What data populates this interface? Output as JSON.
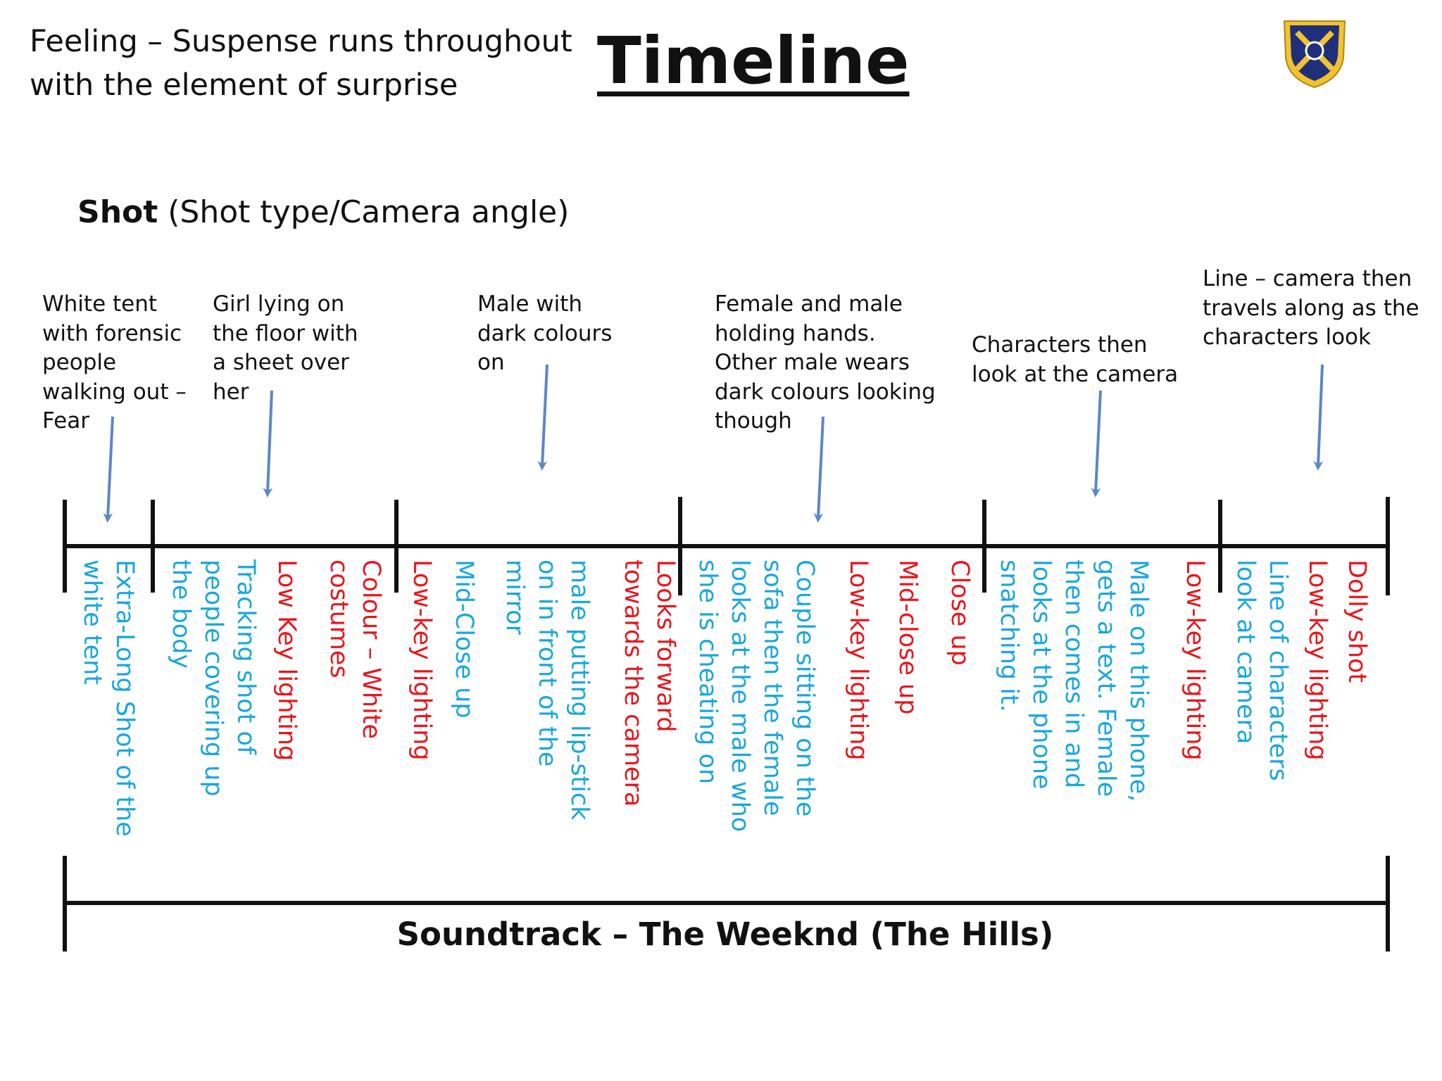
{
  "header": {
    "feeling": "Feeling – Suspense runs throughout with the element of surprise",
    "title": "Timeline"
  },
  "shot_heading": {
    "bold": "Shot",
    "rest": " (Shot type/Camera angle)"
  },
  "notes": [
    "White tent\nwith forensic\npeople\nwalking out –\nFear",
    "Girl lying on\nthe floor with\na sheet over\nher",
    "Male with\ndark colours\non",
    "Female and male\nholding hands.\nOther male wears\ndark colours looking\nthough",
    "Characters then\nlook at the camera",
    "Line – camera then\ntravels along as the\ncharacters look"
  ],
  "columns": [
    "Extra-Long Shot of the\nwhite tent",
    "Tracking shot of\npeople covering up\nthe body",
    "Low Key lighting",
    "Colour – White\ncostumes",
    "Low-key lighting",
    "Mid-Close up",
    "male putting lip-stick\non in front of the\nmirror",
    "Looks forward\ntowards the camera",
    "Couple sitting on the\nsofa then the female\nlooks at the male who\nshe is cheating on",
    "Low-key lighting",
    "Mid-close up",
    "Close up",
    "Male on this phone,\ngets a text. Female\nthen comes in and\nlooks at the phone\nsnatching it.",
    "Low-key lighting",
    "Line of characters\nlook at camera",
    "Low-key lighting",
    "Dolly shot"
  ],
  "soundtrack": "Soundtrack – The Weeknd (The Hills)",
  "colors": {
    "blue": "#1aa7dc",
    "red": "#e8161c",
    "arrow": "#5b87c5",
    "line": "#111111",
    "crest_navy": "#1f2f7a",
    "crest_gold": "#f2c230"
  },
  "icons": {
    "crest": "school-crest-icon"
  }
}
